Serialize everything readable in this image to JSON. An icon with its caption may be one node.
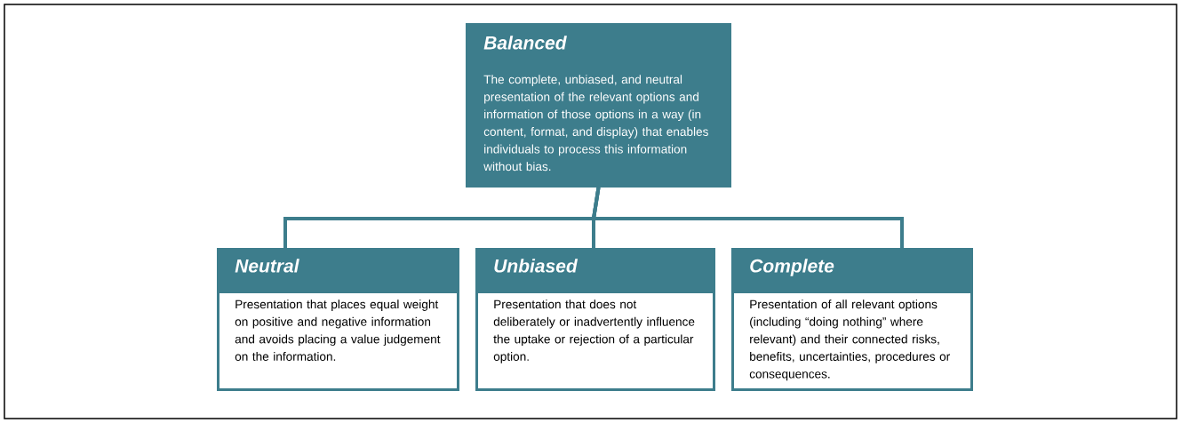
{
  "diagram": {
    "nodes": [
      {
        "text": [
          "Balanced",
          "The complete, unbiased, and neutral presentation of the relevant options and information of those options in a way (in content, format, and display) that enables individuals to process this information without bias."
        ]
      },
      {
        "text": [
          "Neutral",
          "Presentation that places equal weight on positive and negative information and avoids placing a value judgement on the information."
        ]
      },
      {
        "text": [
          "Unbiased",
          "Presentation that does not deliberately or inadvertently influence the uptake or rejection of a particular option."
        ]
      },
      {
        "text": [
          "Complete",
          "Presentation of all relevant options (including “doing nothing” where relevant) and their connected risks, benefits, uncertainties, procedures or consequences."
        ]
      }
    ],
    "edges": [
      {
        "from": 0,
        "to": 1,
        "arrow": "none"
      },
      {
        "from": 0,
        "to": 2,
        "arrow": "none"
      },
      {
        "from": 0,
        "to": 3,
        "arrow": "none"
      }
    ]
  }
}
